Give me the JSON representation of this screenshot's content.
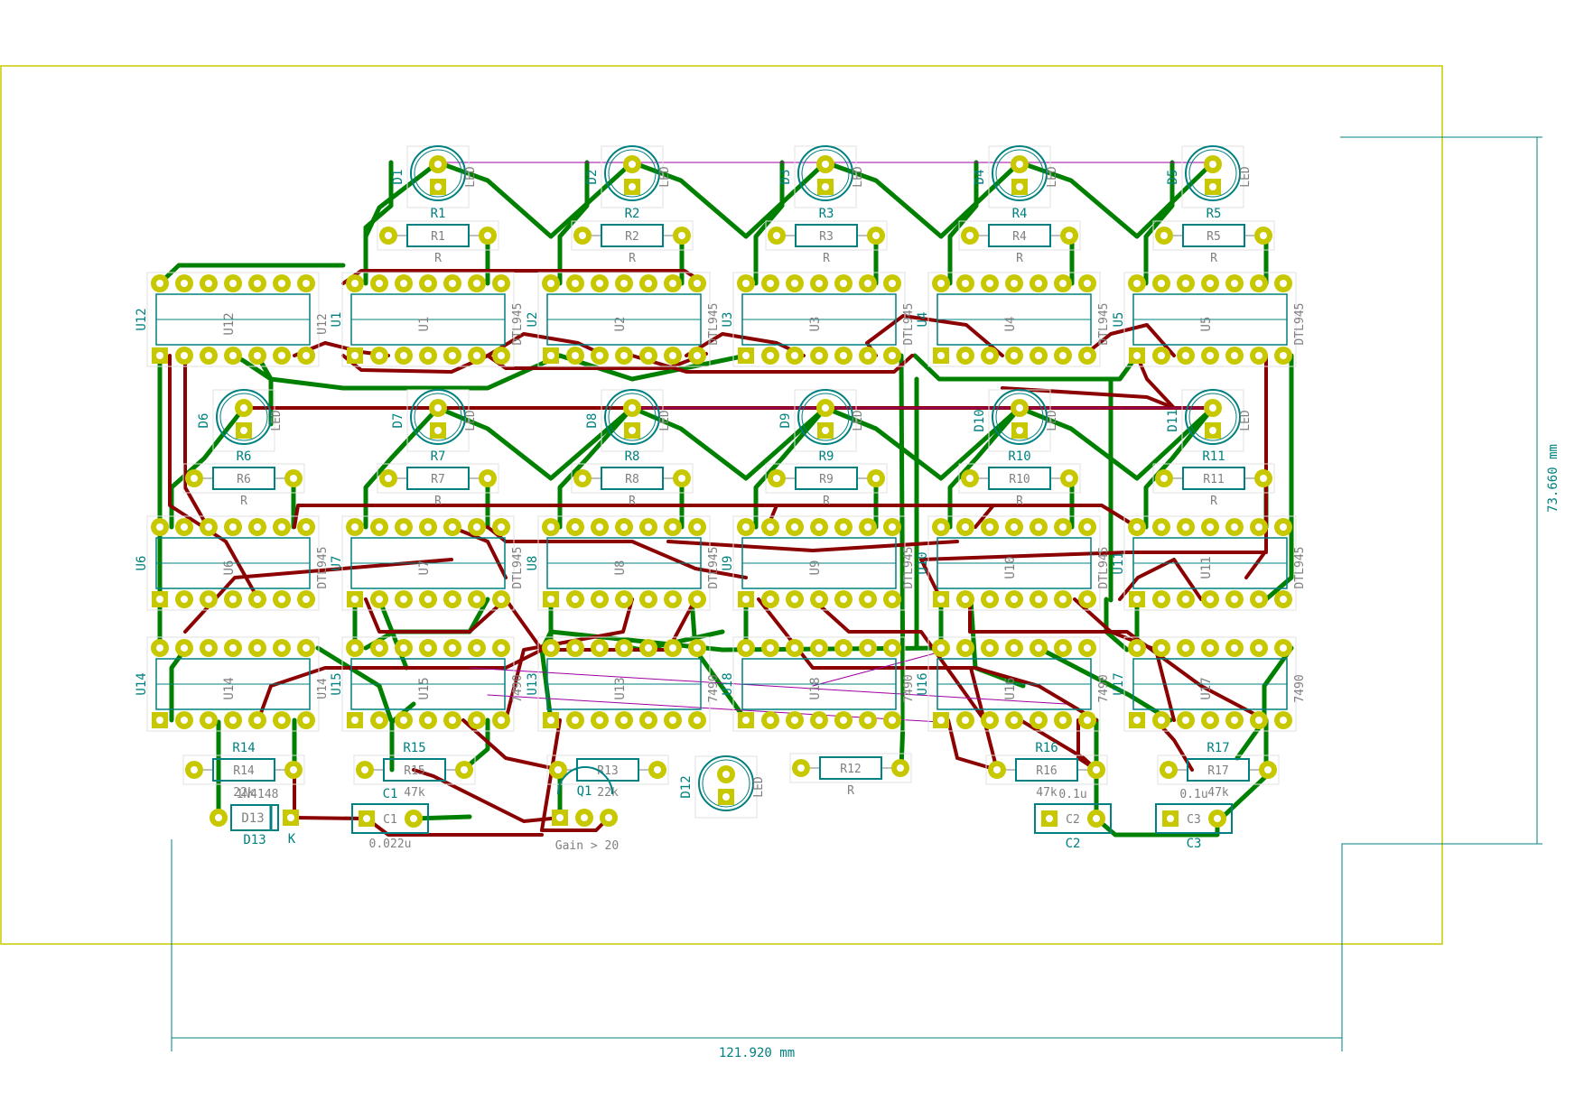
{
  "colors": {
    "edge": "#c8c800",
    "copper_front": "#8b0000",
    "copper_back": "#008000",
    "pad": "#c8c800",
    "pad_hole": "#ffffff",
    "silk": "#008080",
    "fab": "#808080",
    "ratsnest": "#a000a0"
  },
  "dimensions": {
    "width": "121.920 mm",
    "height": "73.660 mm"
  },
  "leds_top": [
    {
      "ref": "D1",
      "value": "LED"
    },
    {
      "ref": "D2",
      "value": "LED"
    },
    {
      "ref": "D3",
      "value": "LED"
    },
    {
      "ref": "D4",
      "value": "LED"
    },
    {
      "ref": "D5",
      "value": "LED"
    }
  ],
  "leds_mid": [
    {
      "ref": "D6",
      "value": "LED"
    },
    {
      "ref": "D7",
      "value": "LED"
    },
    {
      "ref": "D8",
      "value": "LED"
    },
    {
      "ref": "D9",
      "value": "LED"
    },
    {
      "ref": "D10",
      "value": "LED"
    },
    {
      "ref": "D11",
      "value": "LED"
    }
  ],
  "res_top": [
    {
      "ref": "R1",
      "value": "R"
    },
    {
      "ref": "R2",
      "value": "R"
    },
    {
      "ref": "R3",
      "value": "R"
    },
    {
      "ref": "R4",
      "value": "R"
    },
    {
      "ref": "R5",
      "value": "R"
    }
  ],
  "res_mid": [
    {
      "ref": "R6",
      "value": "R"
    },
    {
      "ref": "R7",
      "value": "R"
    },
    {
      "ref": "R8",
      "value": "R"
    },
    {
      "ref": "R9",
      "value": "R"
    },
    {
      "ref": "R10",
      "value": "R"
    },
    {
      "ref": "R11",
      "value": "R"
    }
  ],
  "ics_row1": [
    {
      "ref": "U12",
      "value": "U12"
    },
    {
      "ref": "U1",
      "value": "DTL945"
    },
    {
      "ref": "U2",
      "value": "DTL945"
    },
    {
      "ref": "U3",
      "value": "DTL945"
    },
    {
      "ref": "U4",
      "value": "DTL945"
    },
    {
      "ref": "U5",
      "value": "DTL945"
    }
  ],
  "ics_row2": [
    {
      "ref": "U6",
      "value": "DTL945"
    },
    {
      "ref": "U7",
      "value": "DTL945"
    },
    {
      "ref": "U8",
      "value": "DTL945"
    },
    {
      "ref": "U9",
      "value": "DTL945"
    },
    {
      "ref": "U10",
      "value": "DTL945"
    },
    {
      "ref": "U11",
      "value": "DTL945"
    }
  ],
  "ics_row3": [
    {
      "ref": "U14",
      "value": "U14"
    },
    {
      "ref": "U15",
      "value": "7490"
    },
    {
      "ref": "U13",
      "value": "7490"
    },
    {
      "ref": "U18",
      "value": "7490"
    },
    {
      "ref": "U16",
      "value": "7490"
    },
    {
      "ref": "U17",
      "value": "7490"
    }
  ],
  "bottom": {
    "r14": {
      "ref": "R14",
      "value": "22k"
    },
    "r15": {
      "ref": "R15",
      "value": "47k"
    },
    "r13": {
      "ref": "R13",
      "value": "22k"
    },
    "r12": {
      "ref": "R12",
      "value": "R"
    },
    "r16": {
      "ref": "R16",
      "value": "47k"
    },
    "r17": {
      "ref": "R17",
      "value": "47k"
    },
    "d13": {
      "ref": "D13",
      "value": "1N4148",
      "cathode": "K"
    },
    "c1": {
      "ref": "C1",
      "value": "0.022u"
    },
    "c2": {
      "ref": "C2",
      "value": "0.1u"
    },
    "c3": {
      "ref": "C3",
      "value": "0.1u"
    },
    "q1": {
      "ref": "Q1",
      "value": "Gain > 20"
    },
    "d12": {
      "ref": "D12",
      "value": "LED"
    }
  }
}
